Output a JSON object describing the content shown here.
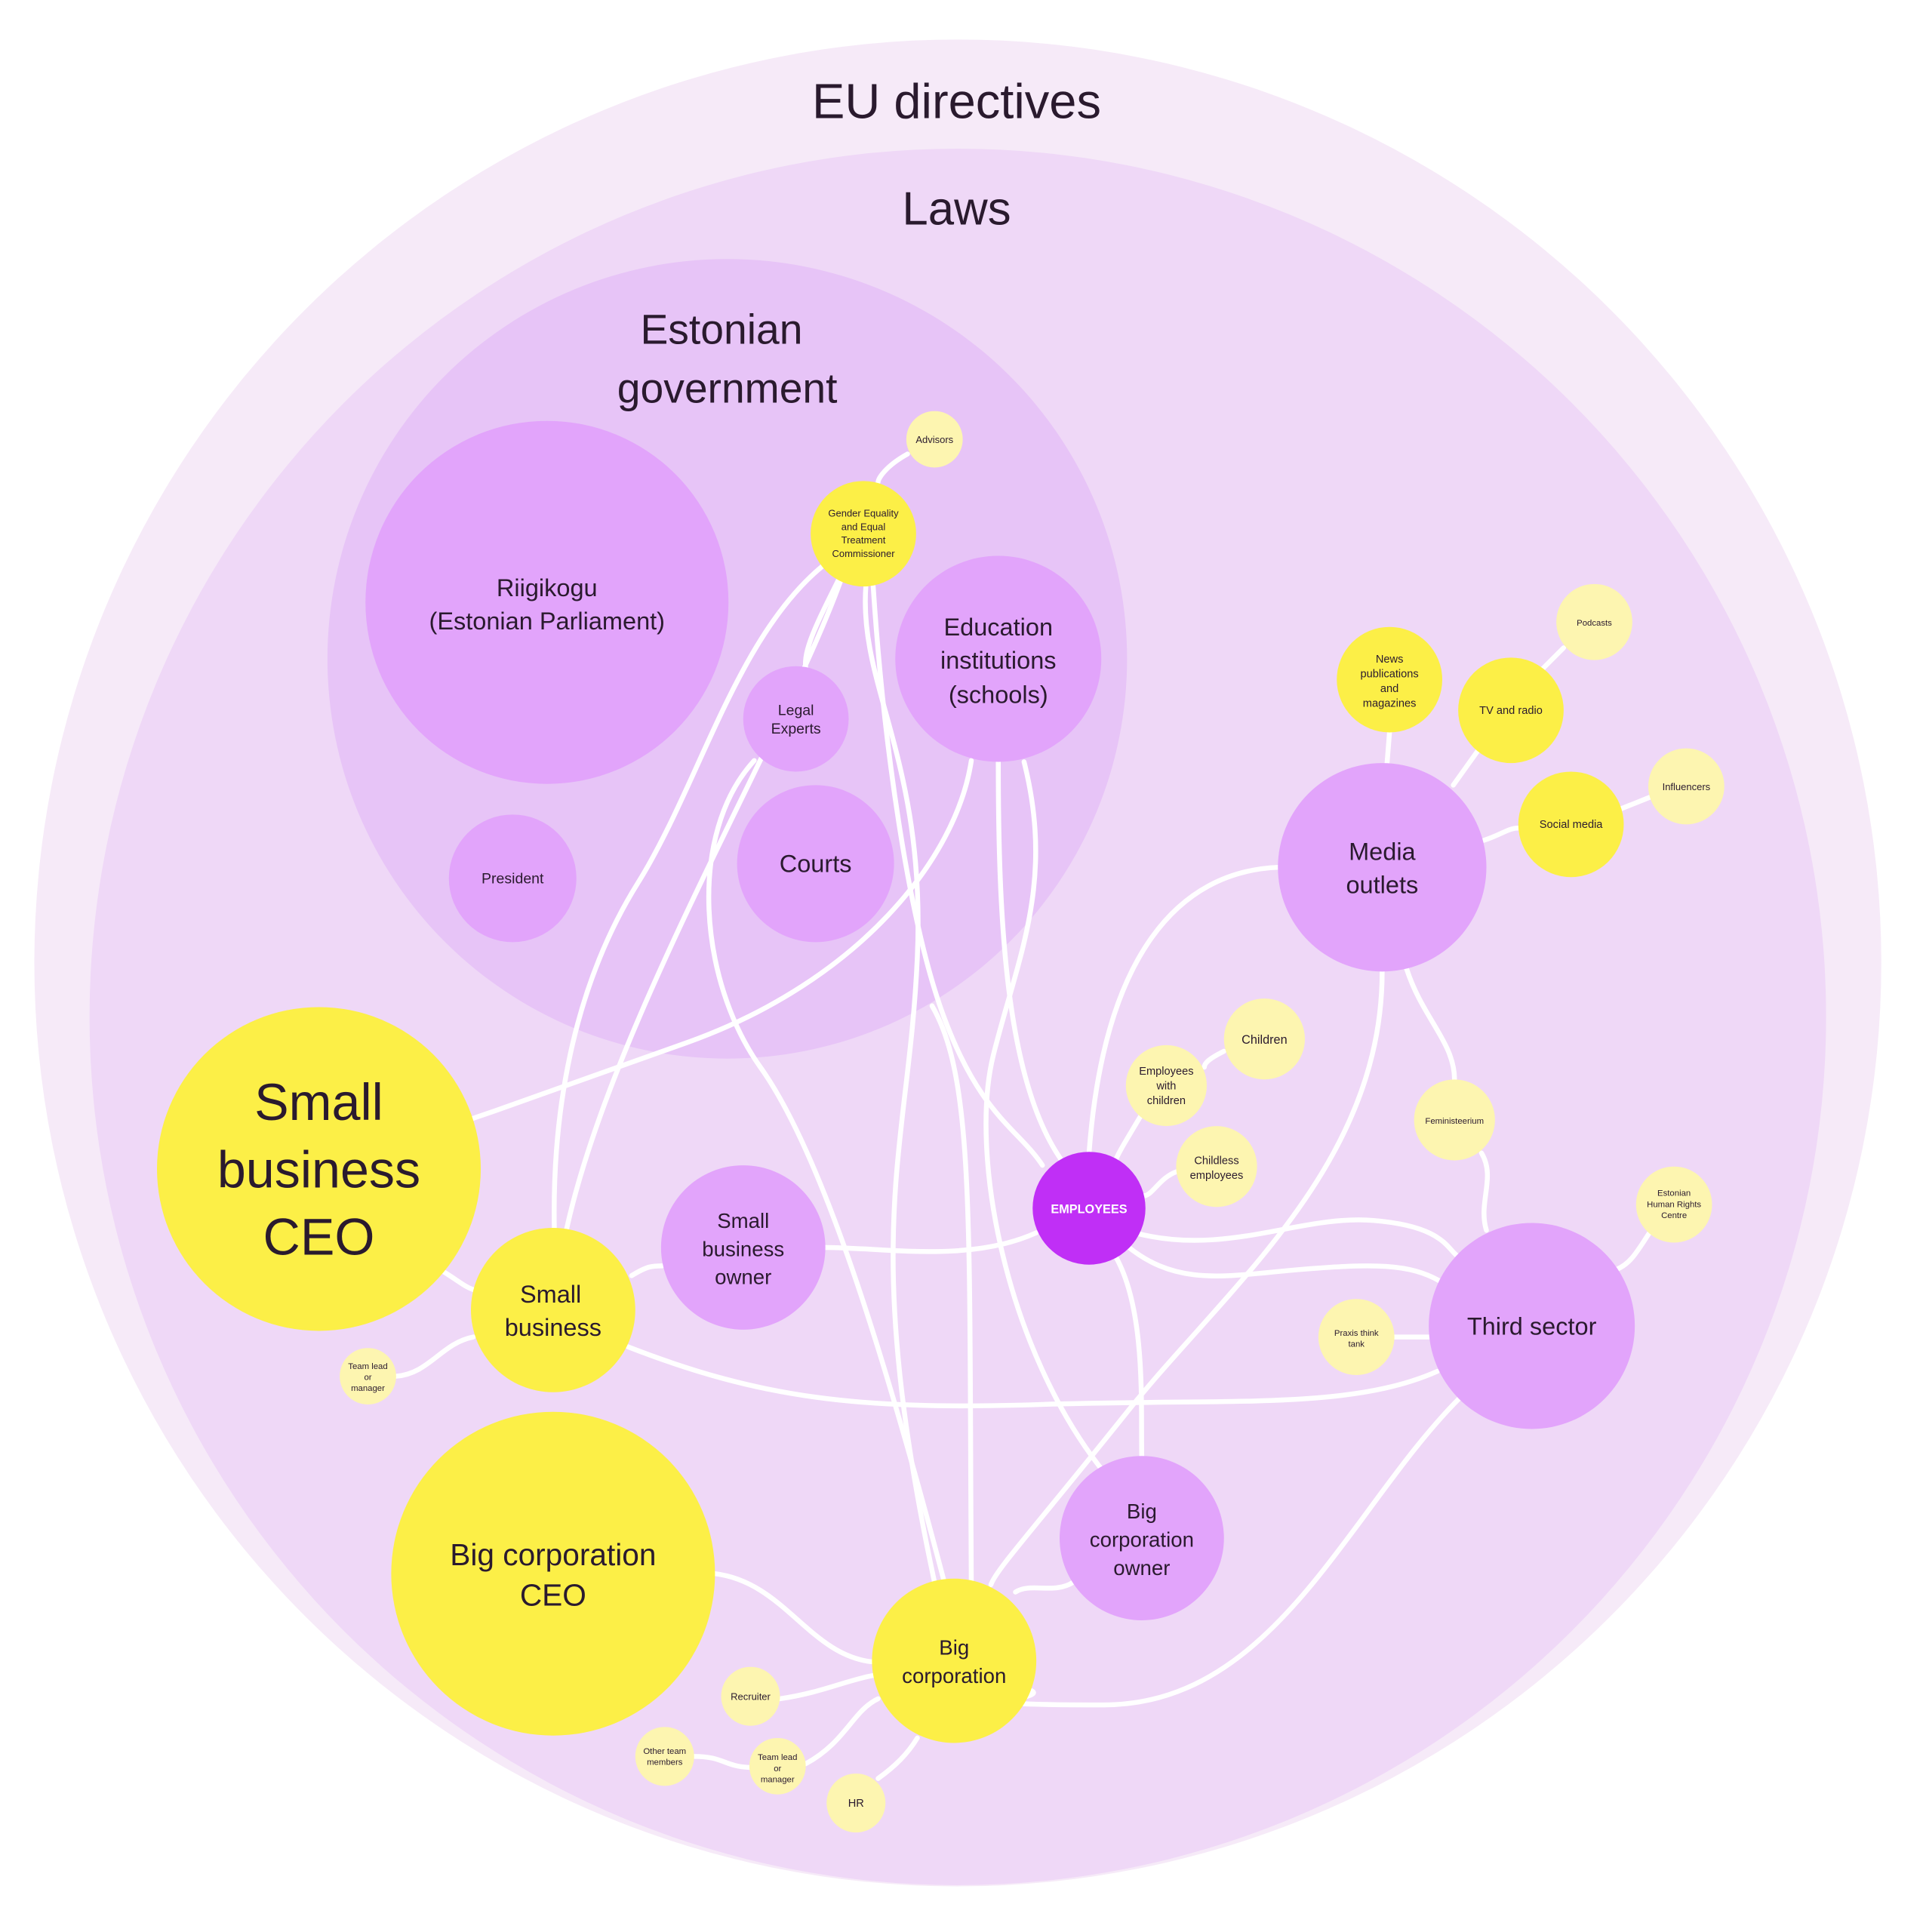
{
  "colors": {
    "eu_ring": "#f6eaf8",
    "laws_ring": "#efd8f7",
    "government_ring": "#e7c4f7",
    "actor_purple": "#e2a4fb",
    "actor_yellow": "#fcef47",
    "actor_light_yellow": "#fdf5b0",
    "employees": "#c02ff6",
    "edge": "#ffffff"
  },
  "rings": {
    "eu": "EU directives",
    "laws": "Laws",
    "government": [
      "Estonian",
      "government"
    ]
  },
  "nodes": {
    "riigikogu": [
      "Riigikogu",
      "(Estonian Parliament)"
    ],
    "president": [
      "President"
    ],
    "courts": [
      "Courts"
    ],
    "legal_experts": [
      "Legal",
      "Experts"
    ],
    "education": [
      "Education",
      "institutions",
      "(schools)"
    ],
    "gender_commissioner": [
      "Gender Equality",
      "and Equal",
      "Treatment",
      "Commissioner"
    ],
    "advisors": [
      "Advisors"
    ],
    "media_outlets": [
      "Media",
      "outlets"
    ],
    "news": [
      "News",
      "publications",
      "and",
      "magazines"
    ],
    "tv_radio": [
      "TV and radio"
    ],
    "podcasts": [
      "Podcasts"
    ],
    "social_media": [
      "Social media"
    ],
    "influencers": [
      "Influencers"
    ],
    "children": [
      "Children"
    ],
    "employees_with_children": [
      "Employees",
      "with",
      "children"
    ],
    "childless_employees": [
      "Childless",
      "employees"
    ],
    "employees": [
      "EMPLOYEES"
    ],
    "feministeerium": [
      "Feministeerium"
    ],
    "estonian_hrc": [
      "Estonian",
      "Human Rights",
      "Centre"
    ],
    "third_sector": [
      "Third sector"
    ],
    "praxis": [
      "Praxis think",
      "tank"
    ],
    "small_business_ceo": [
      "Small",
      "business",
      "CEO"
    ],
    "small_business": [
      "Small",
      "business"
    ],
    "sb_team_lead": [
      "Team lead",
      "or",
      "manager"
    ],
    "small_business_owner": [
      "Small",
      "business",
      "owner"
    ],
    "big_corp_ceo": [
      "Big corporation",
      "CEO"
    ],
    "big_corp": [
      "Big",
      "corporation"
    ],
    "big_corp_owner": [
      "Big",
      "corporation",
      "owner"
    ],
    "recruiter": [
      "Recruiter"
    ],
    "other_team_members": [
      "Other team",
      "members"
    ],
    "bc_team_lead": [
      "Team lead",
      "or",
      "manager"
    ],
    "hr": [
      "HR"
    ]
  }
}
